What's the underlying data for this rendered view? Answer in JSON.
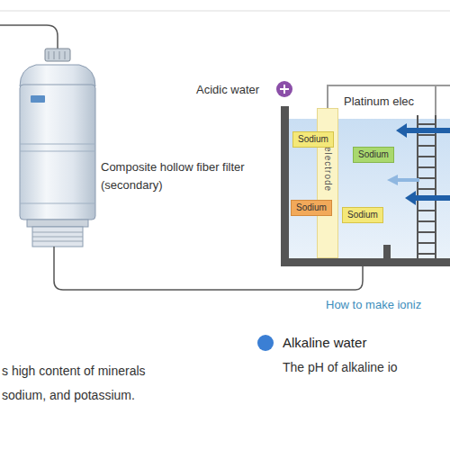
{
  "diagram": {
    "nodes": [
      {
        "text": [
          "Sodium"
        ]
      },
      {
        "text": [
          "Sodium"
        ]
      },
      {
        "text": [
          "electrode"
        ]
      },
      {
        "text": [
          "Sodium"
        ]
      },
      {
        "text": [
          "Sodium"
        ]
      }
    ],
    "labels": [
      "Acidic water",
      "Platinum elec",
      "Composite hollow fiber filter (secondary)",
      "How to make ioniz",
      "The pH of alkaline io",
      "s high content of minerals sodium, and potassium."
    ],
    "legend": [
      {
        "text": "Alkaline water",
        "color": "#3b7fd4"
      }
    ]
  }
}
